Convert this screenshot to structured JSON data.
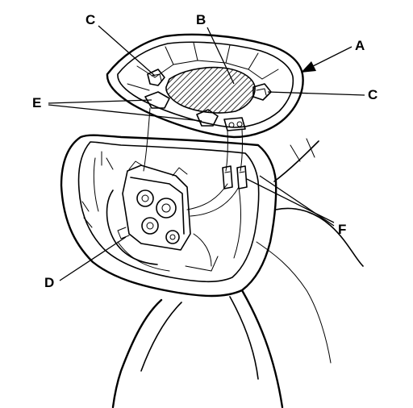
{
  "labels": {
    "a": "A",
    "b": "B",
    "c_top": "C",
    "c_right": "C",
    "d": "D",
    "e": "E",
    "f": "F"
  }
}
